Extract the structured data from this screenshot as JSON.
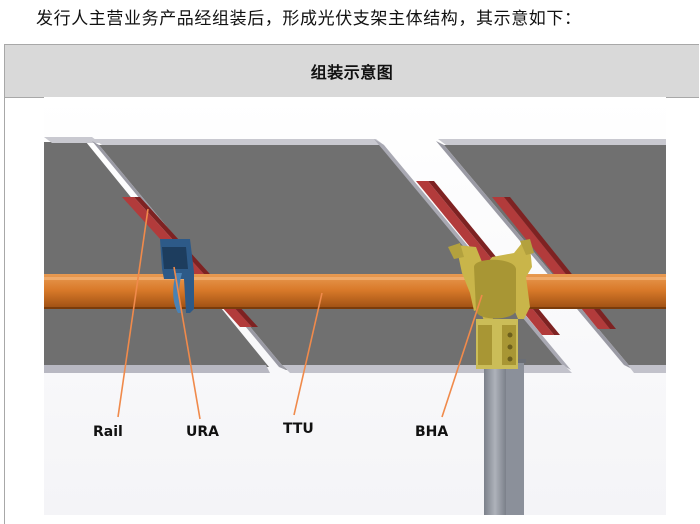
{
  "intro_text": "发行人主营业务产品经组装后，形成光伏支架主体结构，其示意如下：",
  "figure": {
    "caption": "组装示意图",
    "labels": {
      "rail": "Rail",
      "ura": "URA",
      "ttu": "TTU",
      "bha": "BHA"
    }
  },
  "colors": {
    "caption_bg": "#d9d9d9",
    "panel": "#6e6e6e",
    "panel_frame": "#c4c4cc",
    "torque_tube": "#d97a2a",
    "rail": "#b23b3b",
    "ura": "#284f78",
    "bha": "#c9b54a",
    "post": "#8e939c",
    "leader": "#f08a4b"
  }
}
